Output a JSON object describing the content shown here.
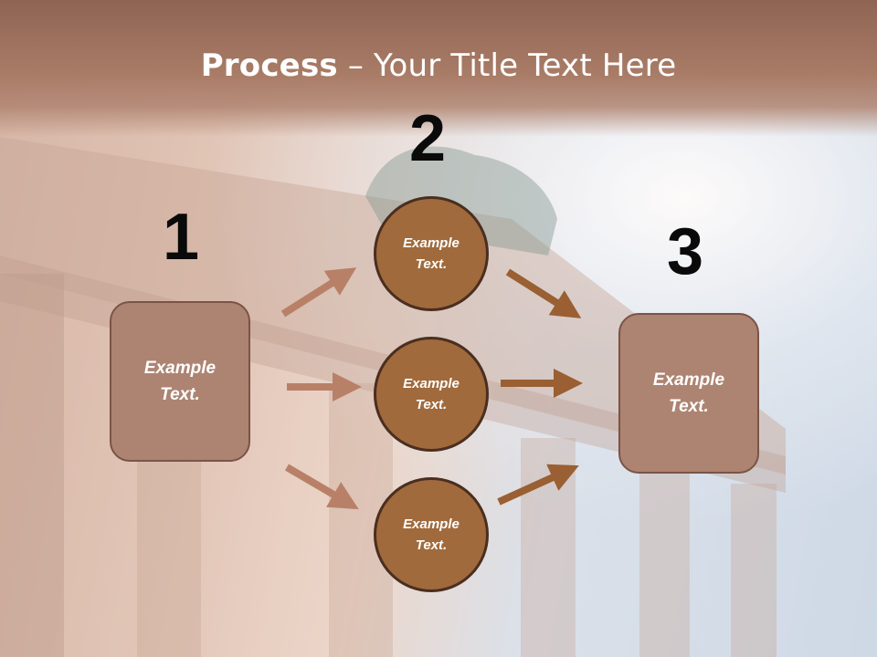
{
  "title": {
    "bold": "Process",
    "rest": " – Your Title Text Here"
  },
  "steps": {
    "one": {
      "number": "1",
      "text_line1": "Example",
      "text_line2": "Text."
    },
    "two": {
      "number": "2"
    },
    "three": {
      "number": "3",
      "text_line1": "Example",
      "text_line2": "Text."
    }
  },
  "circles": [
    {
      "text_line1": "Example",
      "text_line2": "Text."
    },
    {
      "text_line1": "Example",
      "text_line2": "Text."
    },
    {
      "text_line1": "Example",
      "text_line2": "Text."
    }
  ],
  "colors": {
    "header": "#a97c67",
    "box_fill": "#ad8472",
    "circle_fill": "#a06a3c",
    "arrow_light": "#b98068",
    "arrow_dark": "#9a5f32"
  }
}
